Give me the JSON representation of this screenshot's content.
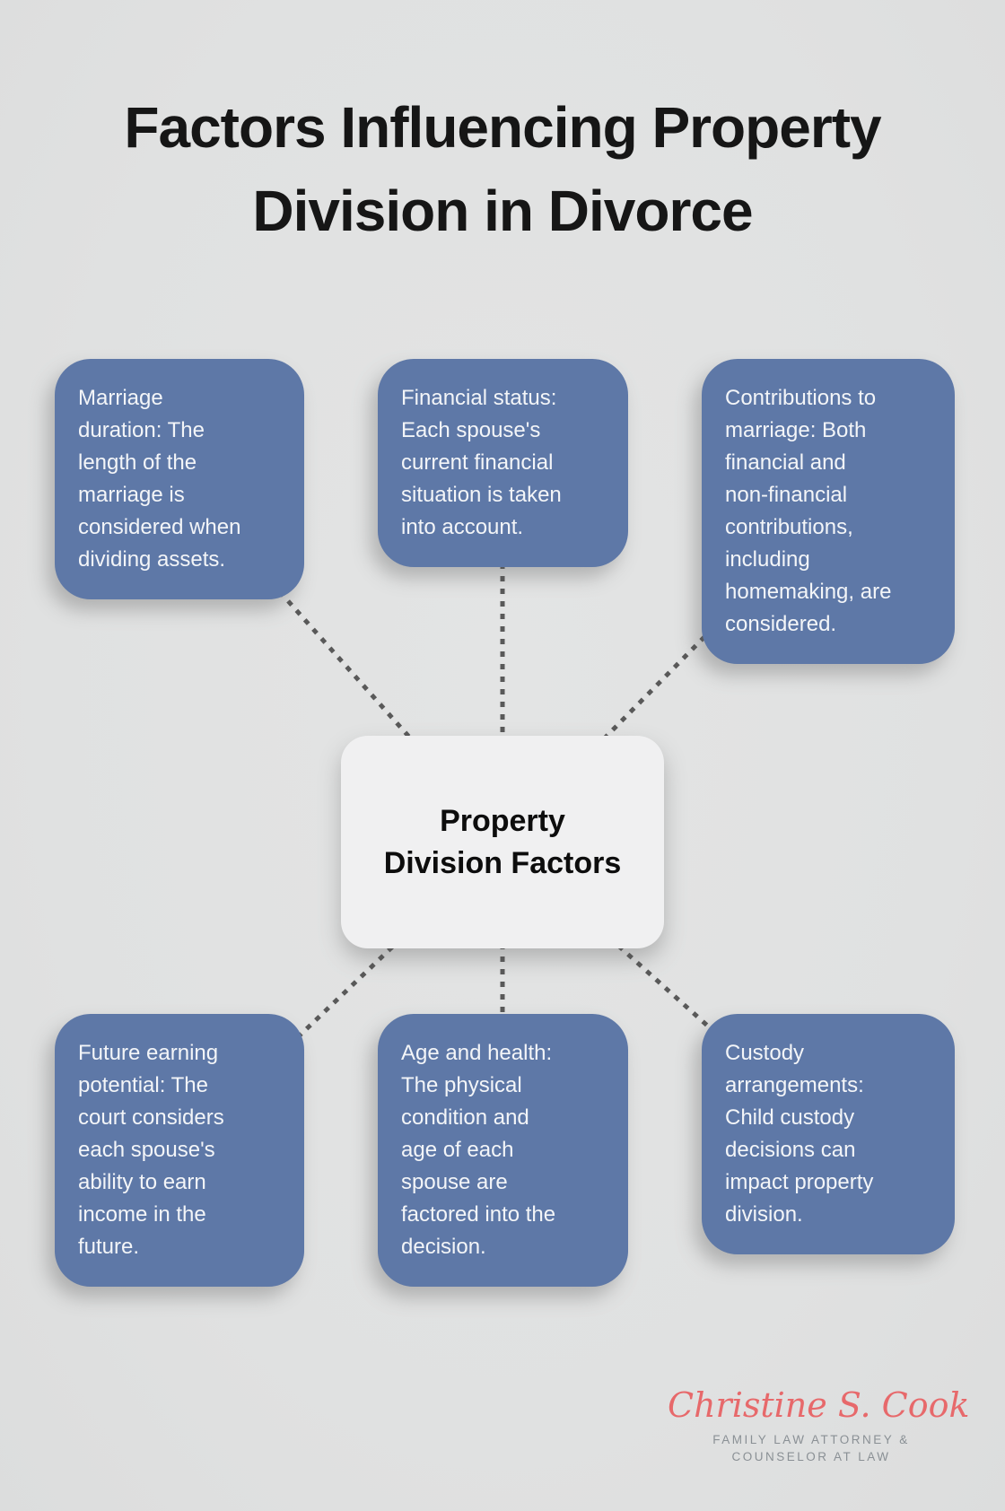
{
  "title": {
    "line1": "Factors Influencing Property",
    "line2": "Division in Divorce"
  },
  "center_node": {
    "line1": "Property",
    "line2": "Division Factors"
  },
  "factor_boxes": [
    {
      "id": "marriage-duration",
      "text": "Marriage duration: The length of the marriage is considered when dividing assets."
    },
    {
      "id": "financial-status",
      "text": "Financial status: Each spouse's current financial situation is taken into account."
    },
    {
      "id": "contributions-to-marriage",
      "text": "Contributions to marriage: Both financial and non‑financial contributions, including homemaking, are considered."
    },
    {
      "id": "future-earning-potential",
      "text": "Future earning potential: The court considers each spouse's ability to earn income in the future."
    },
    {
      "id": "age-and-health",
      "text": "Age and health: The physical condition and age of each spouse are factored into the decision."
    },
    {
      "id": "custody-arrangements",
      "text": "Custody arrangements: Child custody decisions can impact property division."
    }
  ],
  "signature": {
    "name": "Christine S. Cook",
    "tagline_line1": "FAMILY LAW ATTORNEY &",
    "tagline_line2": "COUNSELOR AT LAW"
  },
  "colors": {
    "background": "#e0e1e1",
    "factor_box": "#5e78a7",
    "factor_text": "#f3f5f8",
    "center_box": "#f0f0f1",
    "center_text": "#0d0d0d",
    "connector": "#595959",
    "title_color": "#161616",
    "signature_coral": "#e7696b",
    "tagline_gray": "#8a9095"
  }
}
